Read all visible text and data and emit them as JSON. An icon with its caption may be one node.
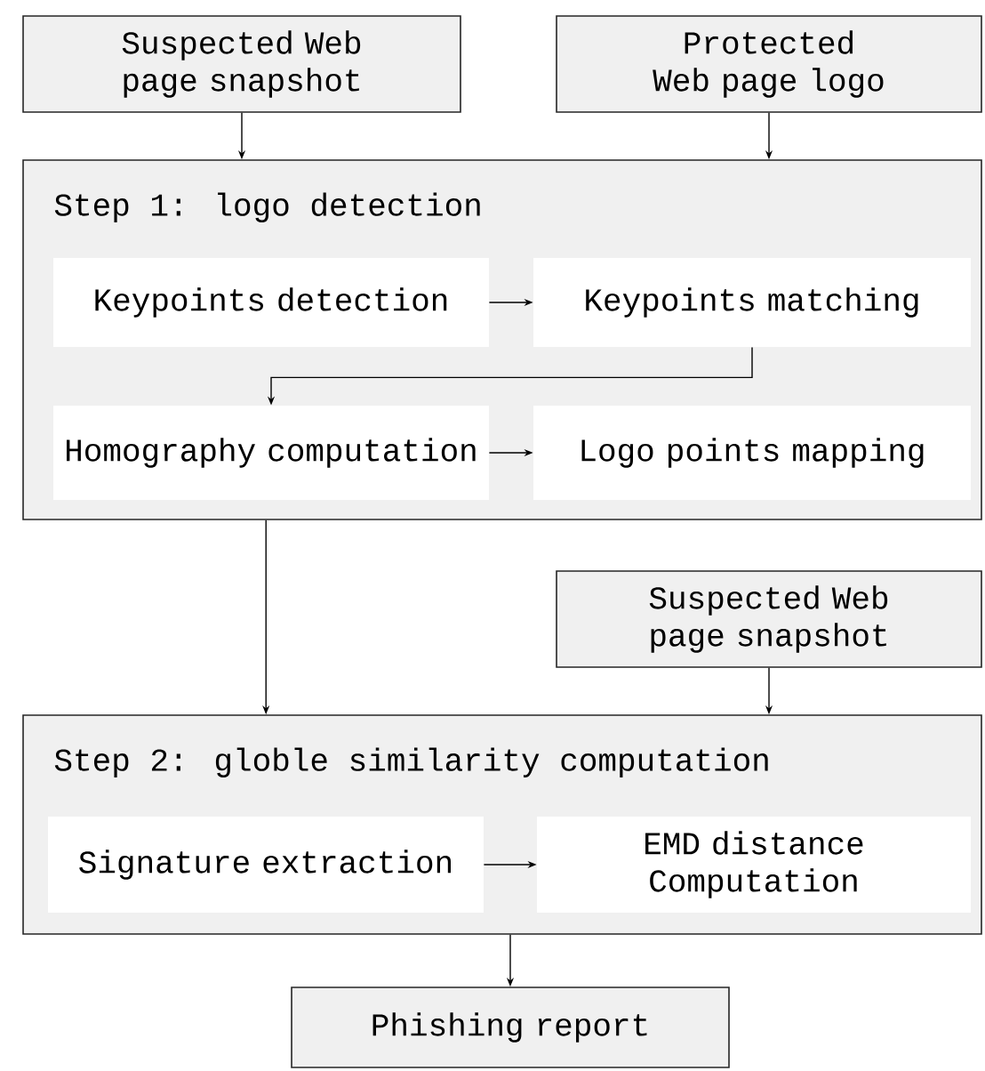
{
  "diagram": {
    "nodes": [
      {
        "text": [
          "Suspected Web page snapshot"
        ]
      },
      {
        "text": [
          "Protected Web page logo"
        ]
      },
      {
        "text": [
          "Step 1: logo detection"
        ]
      },
      {
        "text": [
          "Keypoints detection"
        ],
        "in": 2
      },
      {
        "text": [
          "Keypoints matching"
        ],
        "in": 2
      },
      {
        "text": [
          "Homography computation"
        ],
        "in": 2
      },
      {
        "text": [
          "Logo points mapping"
        ],
        "in": 2
      },
      {
        "text": [
          "Suspected Web page snapshot"
        ]
      },
      {
        "text": [
          "Step 2: globle similarity computation"
        ]
      },
      {
        "text": [
          "Signature extraction"
        ],
        "in": 8
      },
      {
        "text": [
          "EMD distance Computation"
        ],
        "in": 8
      },
      {
        "text": [
          "Phishing report"
        ]
      }
    ],
    "edges": [
      {
        "from": 0,
        "to": 2,
        "arrow": "to"
      },
      {
        "from": 1,
        "to": 2,
        "arrow": "to"
      },
      {
        "from": 3,
        "to": 4,
        "arrow": "to"
      },
      {
        "from": 4,
        "to": 5,
        "arrow": "to"
      },
      {
        "from": 5,
        "to": 6,
        "arrow": "to"
      },
      {
        "from": 2,
        "to": 8,
        "arrow": "to"
      },
      {
        "from": 7,
        "to": 8,
        "arrow": "to"
      },
      {
        "from": 9,
        "to": 10,
        "arrow": "to"
      },
      {
        "from": 8,
        "to": 11,
        "arrow": "to"
      }
    ]
  }
}
